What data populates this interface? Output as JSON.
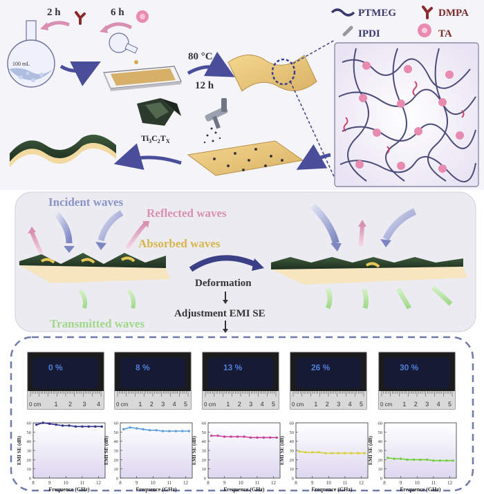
{
  "top": {
    "time_2h": "2 h",
    "time_6h": "6 h",
    "flask_label": "100 mL",
    "cond_temp": "80 °C",
    "cond_time": "12 h",
    "legend": [
      {
        "label": "PTMEG",
        "icon": "ptmeg-wavy-line-icon",
        "color": "#3a3a6e"
      },
      {
        "label": "DMPA",
        "icon": "dmpa-molecule-icon",
        "color": "#7a2a2a"
      },
      {
        "label": "IPDI",
        "icon": "ipdi-rod-icon",
        "color": "#3a3a6e"
      },
      {
        "label": "TA",
        "icon": "ta-molecule-icon",
        "color": "#7a2a2a"
      }
    ],
    "mxene_label_parts": [
      "Ti",
      "3",
      "C",
      "2",
      "T",
      "X"
    ]
  },
  "middle": {
    "incident": "Incident waves",
    "reflected": "Reflected waves",
    "absorbed": "Absorbed waves",
    "deformation": "Deformation",
    "adjustment": "Adjustment EMI SE",
    "transmitted": "Transmitted waves"
  },
  "colors": {
    "incident": "#8a93c8",
    "reflected": "#d88fb1",
    "absorbed": "#d7b54a",
    "transmitted": "#9fd889",
    "arrow_dark": "#4a4e9a",
    "panel_bg": "#ebebf1"
  },
  "samples": [
    {
      "strain": "0 %"
    },
    {
      "strain": "8 %"
    },
    {
      "strain": "13 %"
    },
    {
      "strain": "26 %"
    },
    {
      "strain": "30 %"
    }
  ],
  "ruler": {
    "unit": "0 cm",
    "ticks": [
      "1",
      "2",
      "3",
      "4"
    ],
    "ticks_long": [
      "1",
      "2",
      "3",
      "4",
      "5"
    ]
  },
  "chart_data": [
    {
      "type": "line",
      "xlabel": "Frequence (GHz)",
      "ylabel": "EMI SE (dB)",
      "xlim": [
        8,
        12.4
      ],
      "ylim": [
        0,
        60
      ],
      "xticks": [
        "8",
        "9",
        "10",
        "11",
        "12"
      ],
      "yticks": [
        "0",
        "10",
        "20",
        "30",
        "40",
        "50",
        "60"
      ],
      "color": "#2e2f8c",
      "x": [
        8.2,
        8.6,
        9.0,
        9.4,
        9.8,
        10.2,
        10.6,
        11.0,
        11.4,
        11.8,
        12.2
      ],
      "y": [
        58,
        60,
        59,
        58,
        57,
        57,
        56,
        56,
        56,
        56,
        56
      ]
    },
    {
      "type": "line",
      "xlabel": "Frequence (GHz)",
      "ylabel": "EMI SE (dB)",
      "xlim": [
        8,
        12.4
      ],
      "ylim": [
        0,
        60
      ],
      "xticks": [
        "8",
        "9",
        "10",
        "11",
        "12"
      ],
      "yticks": [
        "0",
        "10",
        "20",
        "30",
        "40",
        "50",
        "60"
      ],
      "color": "#5aa0e0",
      "x": [
        8.2,
        8.6,
        9.0,
        9.4,
        9.8,
        10.2,
        10.6,
        11.0,
        11.4,
        11.8,
        12.2
      ],
      "y": [
        53,
        55,
        54,
        53,
        52,
        52,
        51,
        51,
        51,
        51,
        51
      ]
    },
    {
      "type": "line",
      "xlabel": "Frequence (GHz)",
      "ylabel": "EMI SE (dB)",
      "xlim": [
        8,
        12.4
      ],
      "ylim": [
        0,
        60
      ],
      "xticks": [
        "8",
        "9",
        "10",
        "11",
        "12"
      ],
      "yticks": [
        "0",
        "10",
        "20",
        "30",
        "40",
        "50",
        "60"
      ],
      "color": "#c8409a",
      "x": [
        8.2,
        8.6,
        9.0,
        9.4,
        9.8,
        10.2,
        10.6,
        11.0,
        11.4,
        11.8,
        12.2
      ],
      "y": [
        46,
        46,
        45,
        45,
        45,
        45,
        44,
        44,
        44,
        44,
        44
      ]
    },
    {
      "type": "line",
      "xlabel": "Frequence (GHz)",
      "ylabel": "EMI SE (dB)",
      "xlim": [
        8,
        12.4
      ],
      "ylim": [
        0,
        60
      ],
      "xticks": [
        "8",
        "9",
        "10",
        "11",
        "12"
      ],
      "yticks": [
        "0",
        "10",
        "20",
        "30",
        "40",
        "50",
        "60"
      ],
      "color": "#d9cf3a",
      "x": [
        8.2,
        8.6,
        9.0,
        9.4,
        9.8,
        10.2,
        10.6,
        11.0,
        11.4,
        11.8,
        12.2
      ],
      "y": [
        29,
        28,
        28,
        28,
        27,
        27,
        27,
        27,
        27,
        27,
        27
      ]
    },
    {
      "type": "line",
      "xlabel": "Frequence (GHz)",
      "ylabel": "EMI SE (dB)",
      "xlim": [
        8,
        12.4
      ],
      "ylim": [
        0,
        60
      ],
      "xticks": [
        "8",
        "9",
        "10",
        "11",
        "12"
      ],
      "yticks": [
        "0",
        "10",
        "20",
        "30",
        "40",
        "50",
        "60"
      ],
      "color": "#6fcf3a",
      "x": [
        8.2,
        8.6,
        9.0,
        9.4,
        9.8,
        10.2,
        10.6,
        11.0,
        11.4,
        11.8,
        12.2
      ],
      "y": [
        22,
        21,
        21,
        20,
        20,
        20,
        20,
        19,
        19,
        19,
        19
      ]
    }
  ]
}
